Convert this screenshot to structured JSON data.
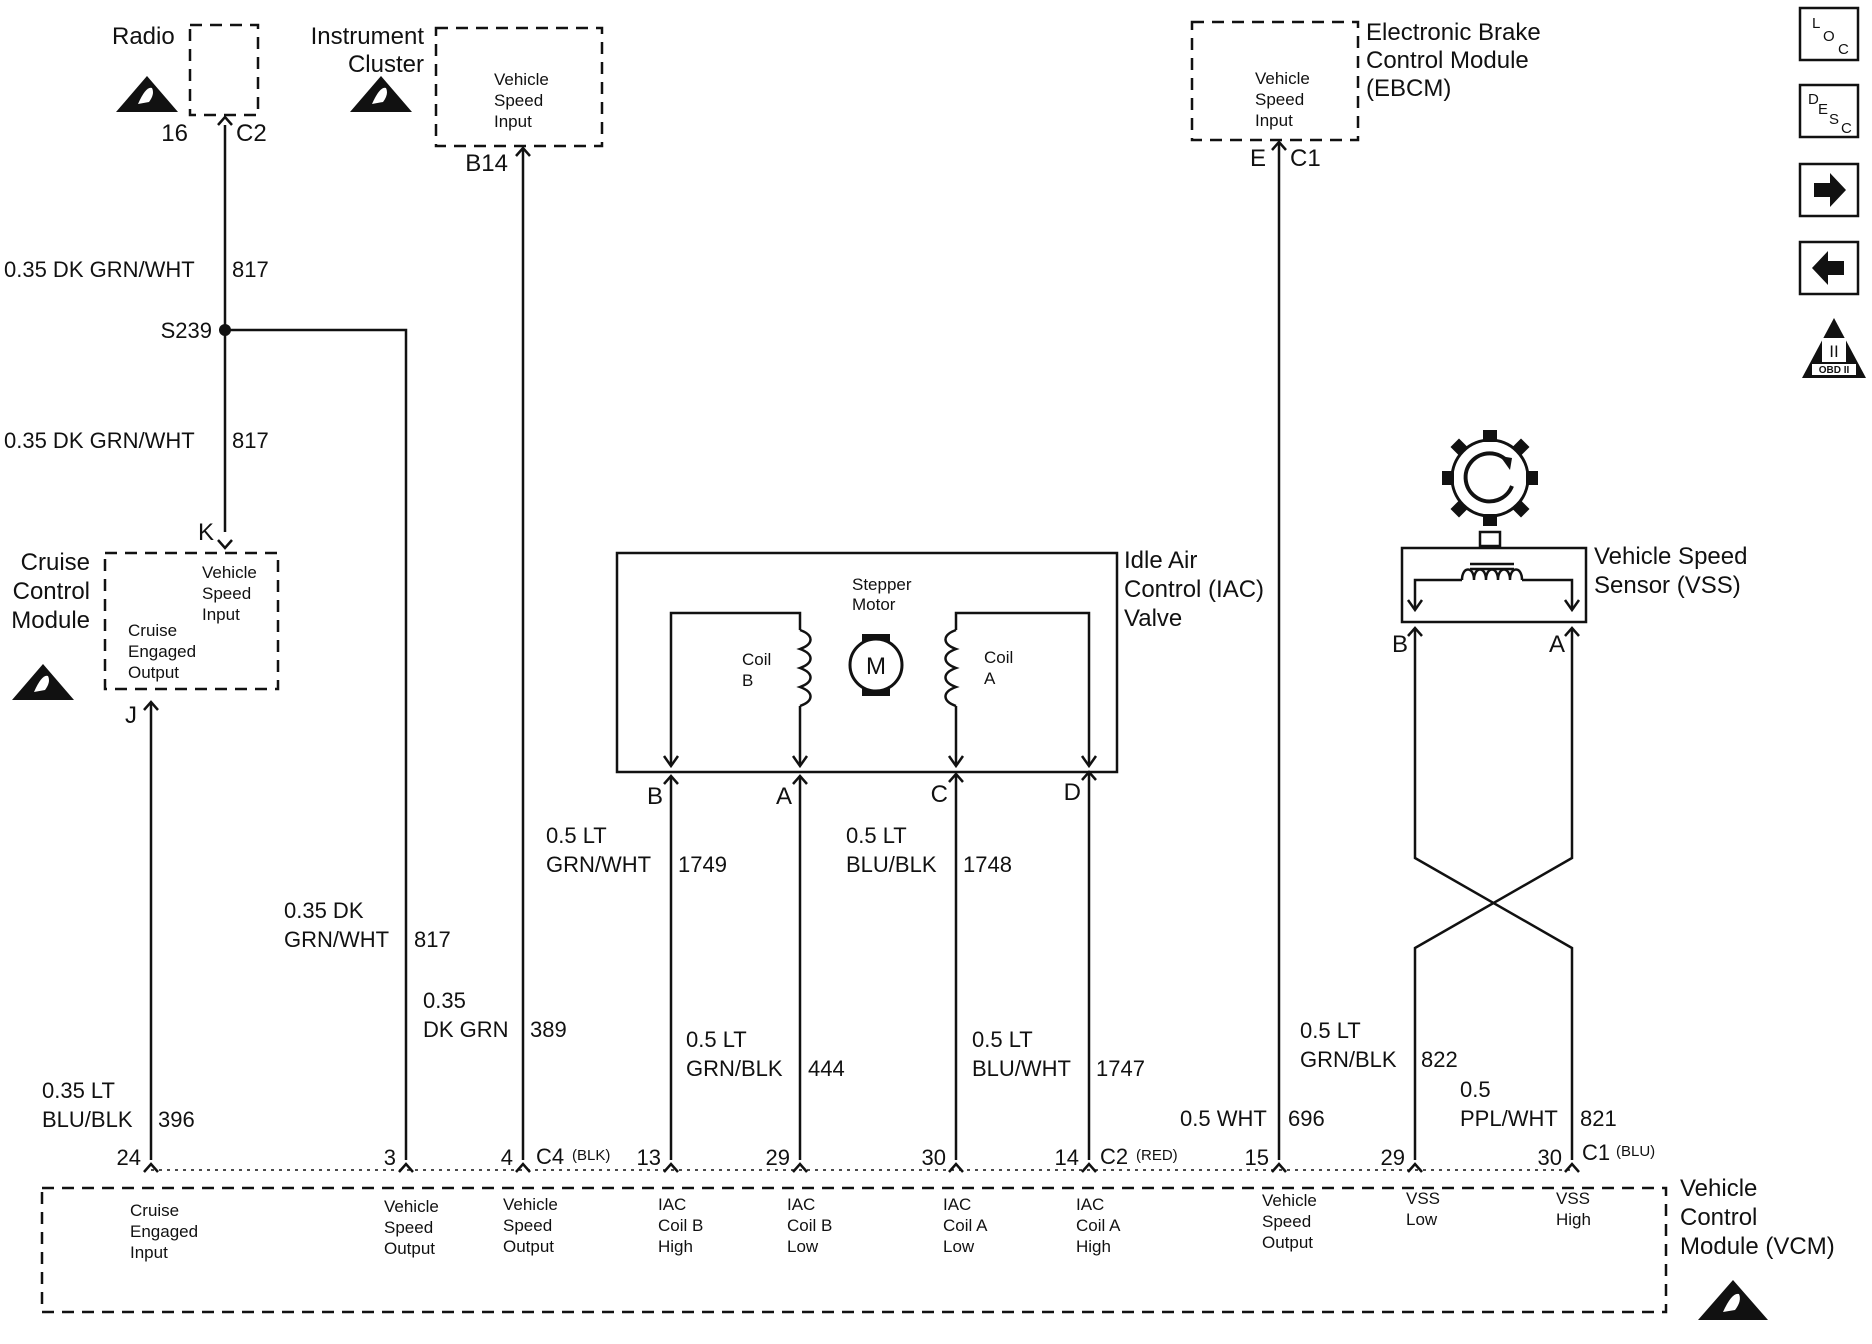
{
  "modules": {
    "radio": {
      "title": "Radio",
      "pin_left": "16",
      "connector": "C2"
    },
    "cluster": {
      "title_line1": "Instrument",
      "title_line2": "Cluster",
      "in_line1": "Vehicle",
      "in_line2": "Speed",
      "in_line3": "Input",
      "pin": "B14"
    },
    "ebcm": {
      "title_line1": "Electronic Brake",
      "title_line2": "Control Module",
      "title_line3": "(EBCM)",
      "in_line1": "Vehicle",
      "in_line2": "Speed",
      "in_line3": "Input",
      "pin_left": "E",
      "connector": "C1"
    },
    "ccm": {
      "title_line1": "Cruise",
      "title_line2": "Control",
      "title_line3": "Module",
      "in_line1": "Vehicle",
      "in_line2": "Speed",
      "in_line3": "Input",
      "out_line1": "Cruise",
      "out_line2": "Engaged",
      "out_line3": "Output",
      "pin_top": "K",
      "pin_bottom": "J"
    },
    "iac": {
      "title_line1": "Idle Air",
      "title_line2": "Control (IAC)",
      "title_line3": "Valve",
      "motor_line1": "Stepper",
      "motor_line2": "Motor",
      "motor_symbol": "M",
      "coil_b_line1": "Coil",
      "coil_b_line2": "B",
      "coil_a_line1": "Coil",
      "coil_a_line2": "A",
      "pins": [
        "B",
        "A",
        "C",
        "D"
      ]
    },
    "vss": {
      "title_line1": "Vehicle Speed",
      "title_line2": "Sensor (VSS)",
      "pin_b": "B",
      "pin_a": "A"
    },
    "vcm": {
      "title_line1": "Vehicle",
      "title_line2": "Control",
      "title_line3": "Module (VCM)",
      "terminals": [
        {
          "pin": "24",
          "l1": "Cruise",
          "l2": "Engaged",
          "l3": "Input"
        },
        {
          "pin": "3",
          "l1": "Vehicle",
          "l2": "Speed",
          "l3": "Output"
        },
        {
          "pin": "4",
          "l1": "Vehicle",
          "l2": "Speed",
          "l3": "Output"
        },
        {
          "pin": "13",
          "l1": "IAC",
          "l2": "Coil B",
          "l3": "High"
        },
        {
          "pin": "29",
          "l1": "IAC",
          "l2": "Coil B",
          "l3": "Low"
        },
        {
          "pin": "30",
          "l1": "IAC",
          "l2": "Coil A",
          "l3": "Low"
        },
        {
          "pin": "14",
          "l1": "IAC",
          "l2": "Coil A",
          "l3": "High"
        },
        {
          "pin": "15",
          "l1": "Vehicle",
          "l2": "Speed",
          "l3": "Output"
        },
        {
          "pin": "29",
          "l1": "VSS",
          "l2": "Low",
          "l3": ""
        },
        {
          "pin": "30",
          "l1": "VSS",
          "l2": "High",
          "l3": ""
        }
      ],
      "conn_c4": "C4",
      "conn_c4_color": "(BLK)",
      "conn_c2": "C2",
      "conn_c2_color": "(RED)",
      "conn_c1": "C1",
      "conn_c1_color": "(BLU)"
    }
  },
  "splice": "S239",
  "wires": {
    "w817a": {
      "l1": "0.35 DK GRN/WHT",
      "circuit": "817"
    },
    "w817b": {
      "l1": "0.35 DK GRN/WHT",
      "circuit": "817"
    },
    "w817c": {
      "l1": "0.35 DK",
      "l2": "GRN/WHT",
      "circuit": "817"
    },
    "w389": {
      "l1": "0.35",
      "l2": "DK GRN",
      "circuit": "389"
    },
    "w396": {
      "l1": "0.35 LT",
      "l2": "BLU/BLK",
      "circuit": "396"
    },
    "w1749": {
      "l1": "0.5 LT",
      "l2": "GRN/WHT",
      "circuit": "1749"
    },
    "w444": {
      "l1": "0.5 LT",
      "l2": "GRN/BLK",
      "circuit": "444"
    },
    "w1748": {
      "l1": "0.5 LT",
      "l2": "BLU/BLK",
      "circuit": "1748"
    },
    "w1747": {
      "l1": "0.5 LT",
      "l2": "BLU/WHT",
      "circuit": "1747"
    },
    "w696": {
      "l1": "0.5 WHT",
      "circuit": "696"
    },
    "w822": {
      "l1": "0.5 LT",
      "l2": "GRN/BLK",
      "circuit": "822"
    },
    "w821": {
      "l1": "0.5",
      "l2": "PPL/WHT",
      "circuit": "821"
    }
  },
  "nav": {
    "loc_l": "L",
    "loc_o": "O",
    "loc_c": "C",
    "desc_d": "D",
    "desc_e": "E",
    "desc_s": "S",
    "desc_c": "C",
    "next_icon": "arrow-right-icon",
    "prev_icon": "arrow-left-icon",
    "obd_roman": "II",
    "obd_text": "OBD II"
  }
}
